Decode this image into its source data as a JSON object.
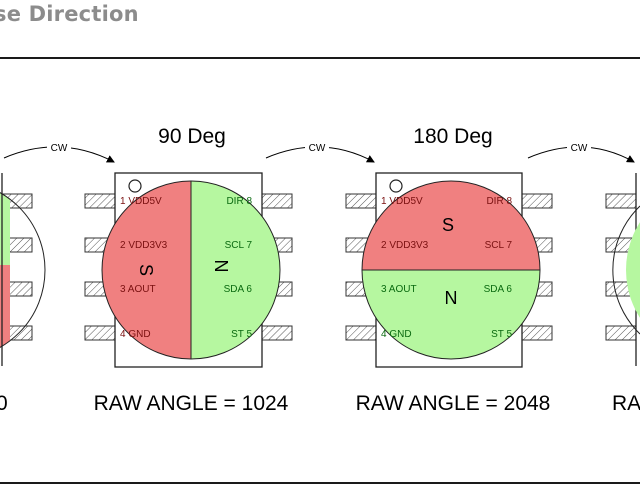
{
  "page": {
    "title_fragment": "se Direction"
  },
  "colors": {
    "south": "#f08080",
    "north": "#b6f7a0",
    "outline": "#222222",
    "pin_red": "#7a1010",
    "pin_green": "#0a6a10"
  },
  "rotation_label": "CW",
  "pins": {
    "left": [
      "1 VDD5V",
      "2 VDD3V3",
      "3 AOUT",
      "4 GND"
    ],
    "right": [
      "DIR 8",
      "SCL 7",
      "SDA 6",
      "ST 5"
    ]
  },
  "chips": [
    {
      "id": "prev",
      "heading": "",
      "raw_text": "0"
    },
    {
      "id": "deg90",
      "heading": "90 Deg",
      "raw_text": "RAW ANGLE = 1024",
      "south_label": "S",
      "north_label": "N"
    },
    {
      "id": "deg180",
      "heading": "180 Deg",
      "raw_text": "RAW ANGLE = 2048",
      "south_label": "S",
      "north_label": "N"
    },
    {
      "id": "next",
      "heading": "",
      "raw_text": "RA"
    }
  ]
}
